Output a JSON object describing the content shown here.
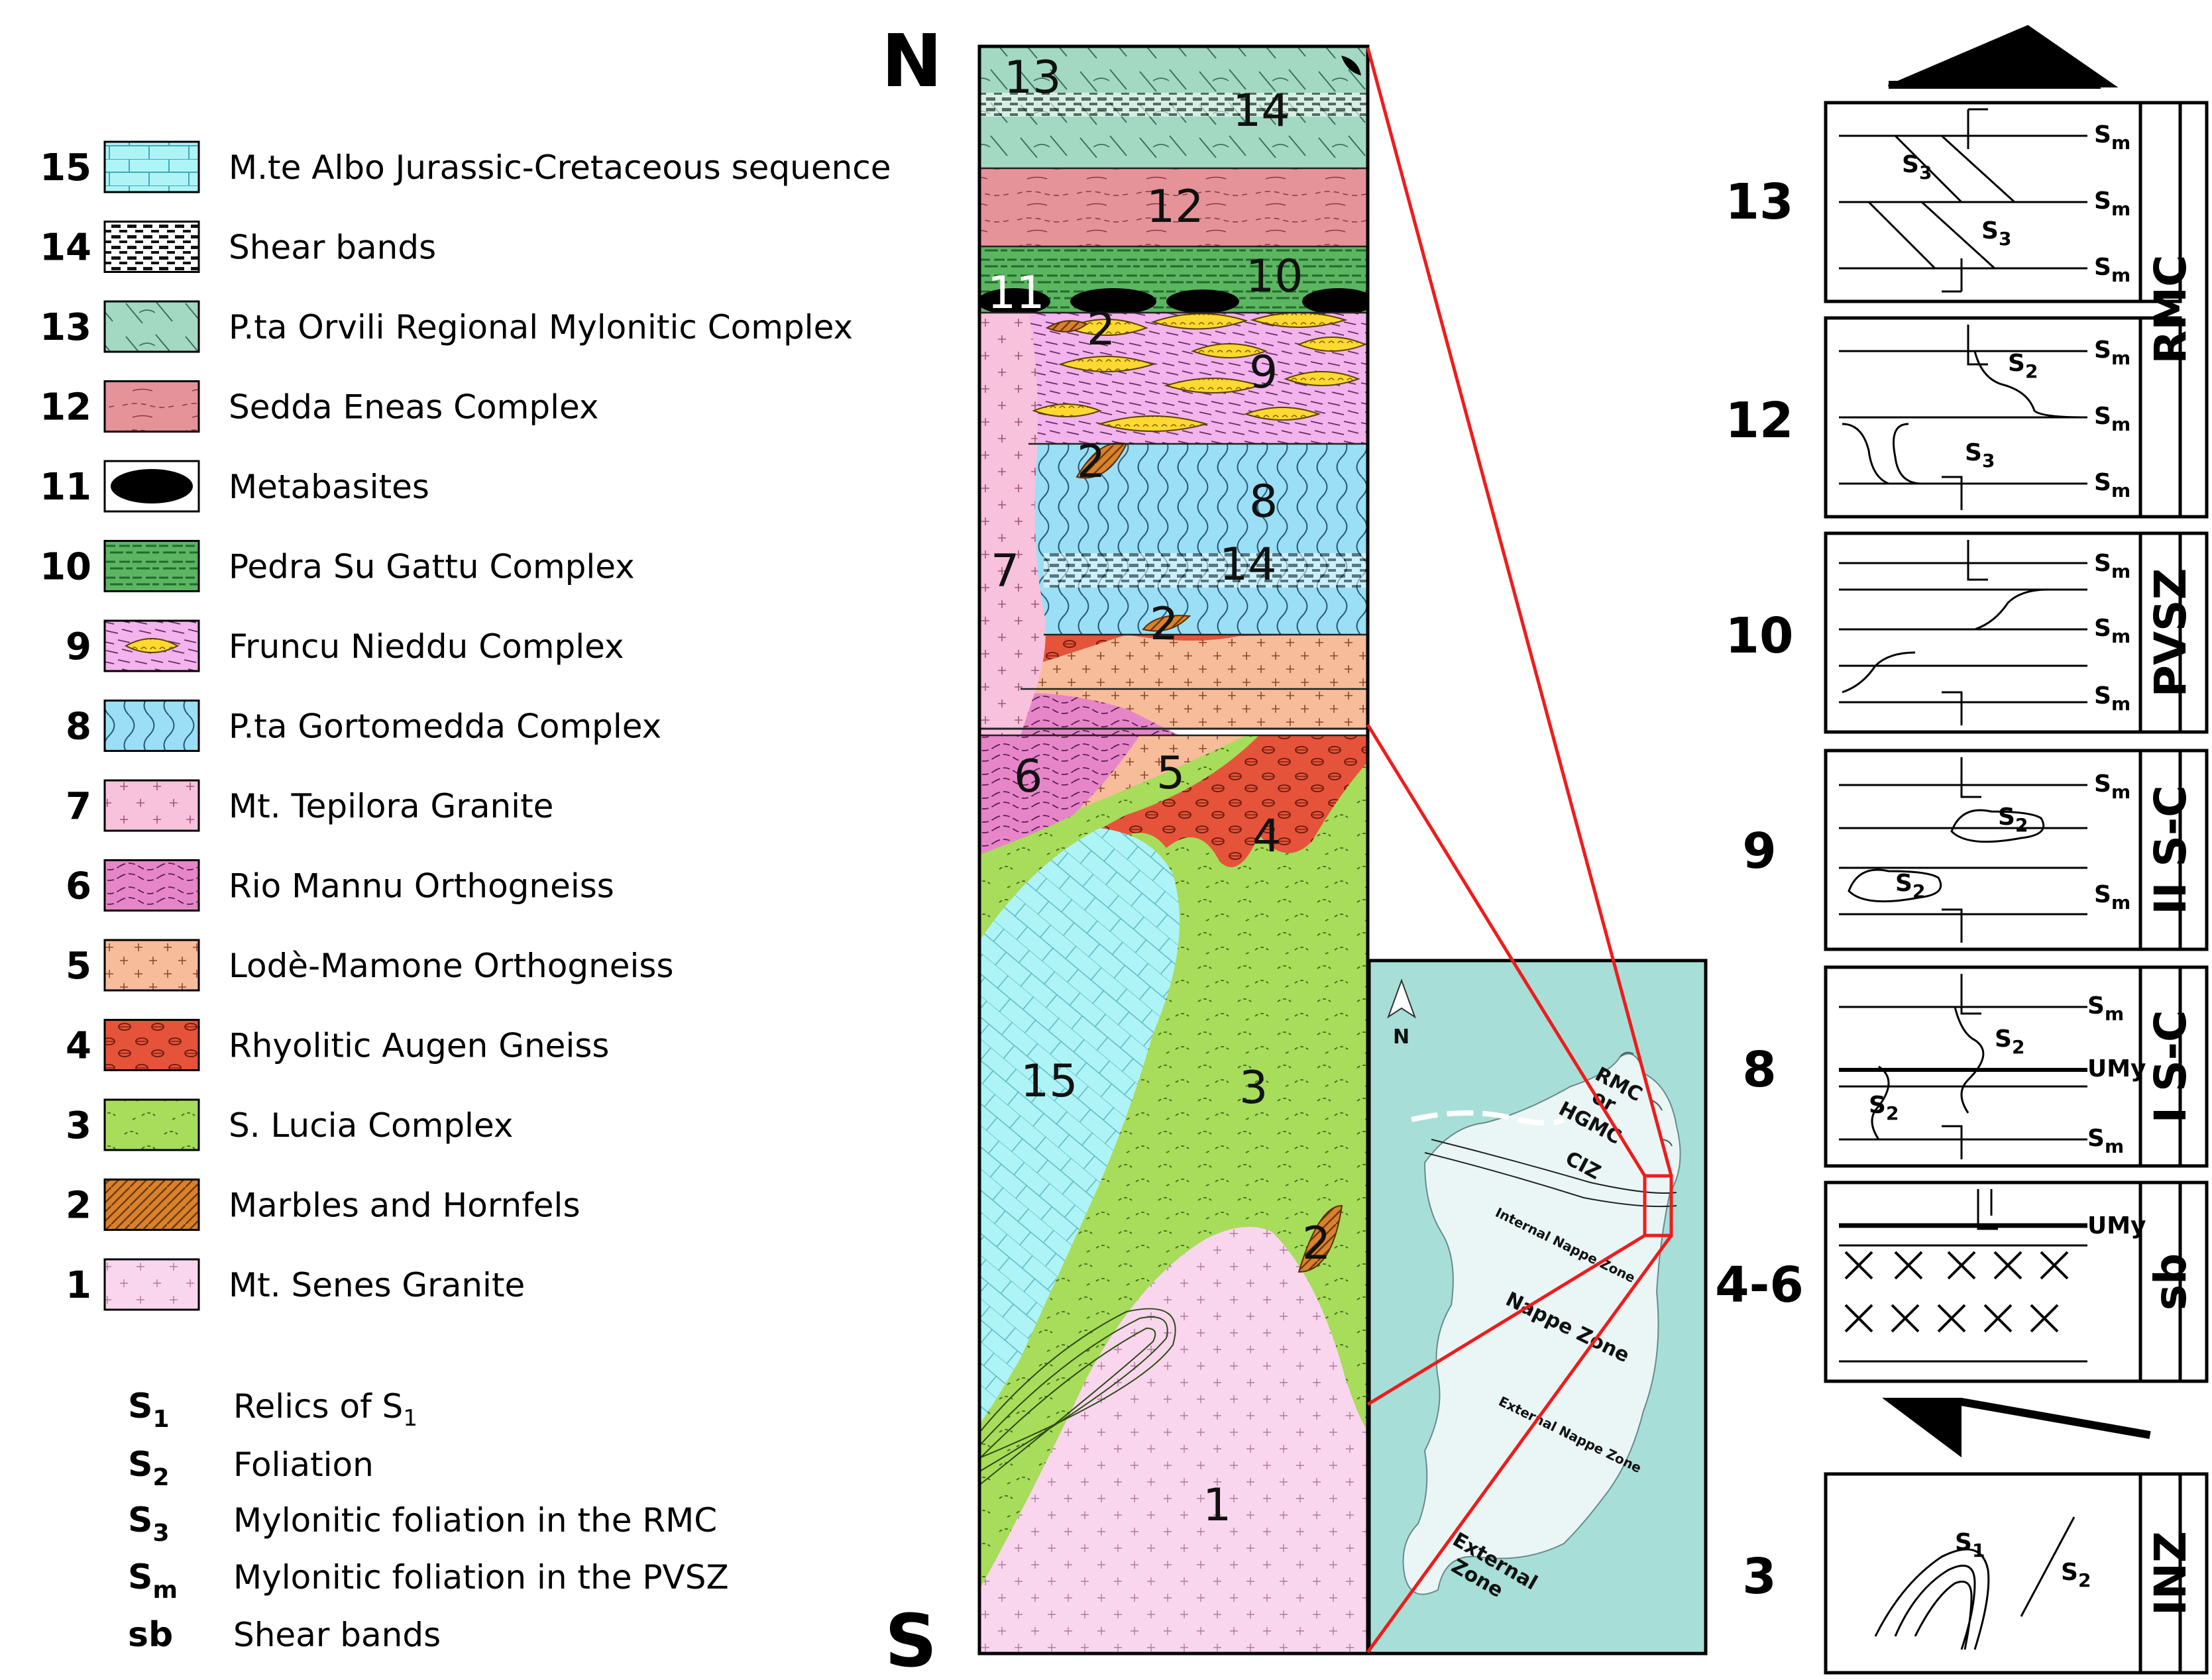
{
  "colors": {
    "c15": "#aef4f7",
    "c14": "#222222",
    "c13": "#a3d9c2",
    "c12": "#e59399",
    "c11": "#000000",
    "c10": "#5cb561",
    "c9": "#f3b3ec",
    "c8": "#9adff5",
    "c7": "#f8c1dc",
    "c6": "#e686c9",
    "c5": "#f7bc9a",
    "c4": "#e5533a",
    "c3": "#a8dc5b",
    "c2": "#d9812b",
    "c1": "#f9d6ee",
    "lens": "#ffd830",
    "map_sea": "#a7dfd8",
    "map_land": "#eaf6f6",
    "red": "#ee1c1c"
  },
  "legend": [
    {
      "num": "15",
      "label": "M.te Albo Jurassic-Cretaceous sequence"
    },
    {
      "num": "14",
      "label": "Shear bands"
    },
    {
      "num": "13",
      "label": "P.ta Orvili Regional Mylonitic Complex"
    },
    {
      "num": "12",
      "label": "Sedda Eneas Complex"
    },
    {
      "num": "11",
      "label": "Metabasites"
    },
    {
      "num": "10",
      "label": "Pedra Su Gattu Complex"
    },
    {
      "num": "9",
      "label": "Fruncu Nieddu Complex"
    },
    {
      "num": "8",
      "label": "P.ta Gortomedda Complex"
    },
    {
      "num": "7",
      "label": "Mt. Tepilora Granite"
    },
    {
      "num": "6",
      "label": "Rio Mannu Orthogneiss"
    },
    {
      "num": "5",
      "label": "Lodè-Mamone Orthogneiss"
    },
    {
      "num": "4",
      "label": "Rhyolitic Augen Gneiss"
    },
    {
      "num": "3",
      "label": "S. Lucia Complex"
    },
    {
      "num": "2",
      "label": "Marbles and Hornfels"
    },
    {
      "num": "1",
      "label": "Mt. Senes Granite"
    }
  ],
  "symbols": [
    {
      "sym": "S",
      "sub": "1",
      "desc": "Relics of S",
      "desc_sub": "1"
    },
    {
      "sym": "S",
      "sub": "2",
      "desc": "Foliation",
      "desc_sub": ""
    },
    {
      "sym": "S",
      "sub": "3",
      "desc": "Mylonitic foliation in the RMC",
      "desc_sub": ""
    },
    {
      "sym": "S",
      "sub": "m",
      "desc": "Mylonitic foliation in the PVSZ",
      "desc_sub": ""
    },
    {
      "sym": "sb",
      "sub": "",
      "desc": "Shear bands",
      "desc_sub": ""
    }
  ],
  "column": {
    "north": "N",
    "south": "S",
    "labels": {
      "l13": "13",
      "l14a": "14",
      "l12": "12",
      "l11": "11",
      "l10": "10",
      "l2a": "2",
      "l9": "9",
      "l2b": "2",
      "l8": "8",
      "l7": "7",
      "l14b": "14",
      "l2c": "2",
      "l6": "6",
      "l5": "5",
      "l4": "4",
      "l15": "15",
      "l3": "3",
      "l2d": "2",
      "l1": "1"
    }
  },
  "map": {
    "north": "N",
    "rmc": "RMC",
    "or": "or",
    "hgmc": "HGMC",
    "ciz": "CIZ",
    "inz": "Internal Nappe Zone",
    "nz": "Nappe Zone",
    "enz": "External Nappe Zone",
    "ez1": "External",
    "ez2": "Zone"
  },
  "panels": [
    {
      "num": "13",
      "zone": "RMC"
    },
    {
      "num": "12",
      "zone": ""
    },
    {
      "num": "10",
      "zone": "PVSZ"
    },
    {
      "num": "9",
      "zone": "II S-C"
    },
    {
      "num": "8",
      "zone": "I S-C"
    },
    {
      "num": "4-6",
      "zone": "sb"
    },
    {
      "num": "3",
      "zone": "INZ"
    }
  ],
  "panel_labels": {
    "sm": "S",
    "m": "m",
    "umy": "UMy",
    "s3": "S",
    "sub3": "3",
    "s2": "S",
    "sub2": "2",
    "s1": "S",
    "sub1": "1"
  }
}
